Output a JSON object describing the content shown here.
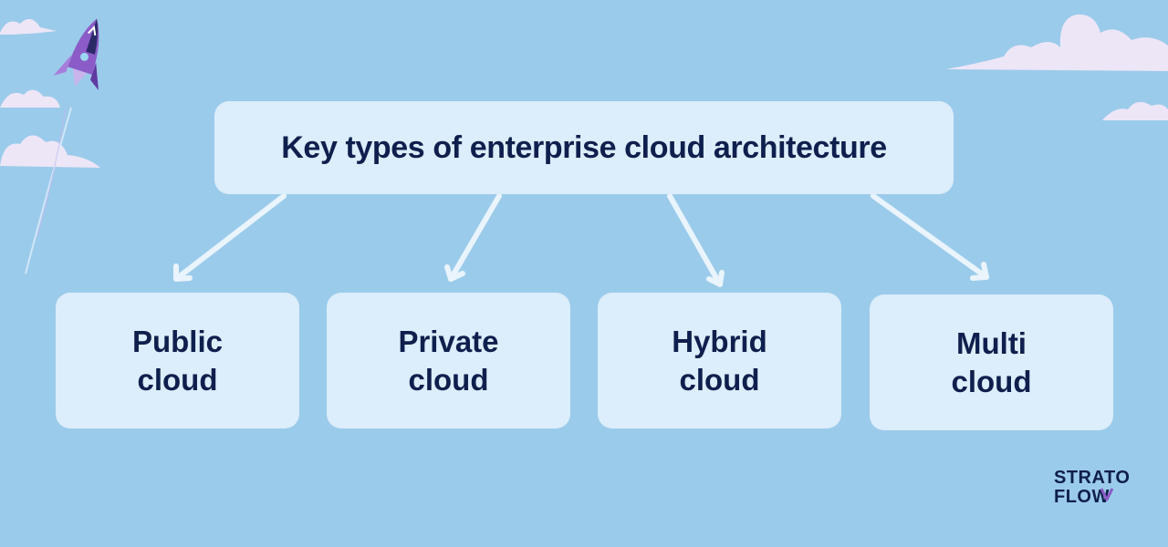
{
  "diagram": {
    "root_label": "Key types of enterprise cloud architecture",
    "children": [
      {
        "line1": "Public",
        "line2": "cloud"
      },
      {
        "line1": "Private",
        "line2": "cloud"
      },
      {
        "line1": "Hybrid",
        "line2": "cloud"
      },
      {
        "line1": "Multi",
        "line2": "cloud"
      }
    ]
  },
  "brand": {
    "line1": "STRATO",
    "line2": "FLOW"
  },
  "decor": {
    "icons": [
      "cloud-icon",
      "rocket-icon"
    ],
    "background": "#9bcbea",
    "box_fill": "#dcedfb",
    "text_color": "#0f1f4d",
    "accent_purple": "#8b5cc7"
  }
}
